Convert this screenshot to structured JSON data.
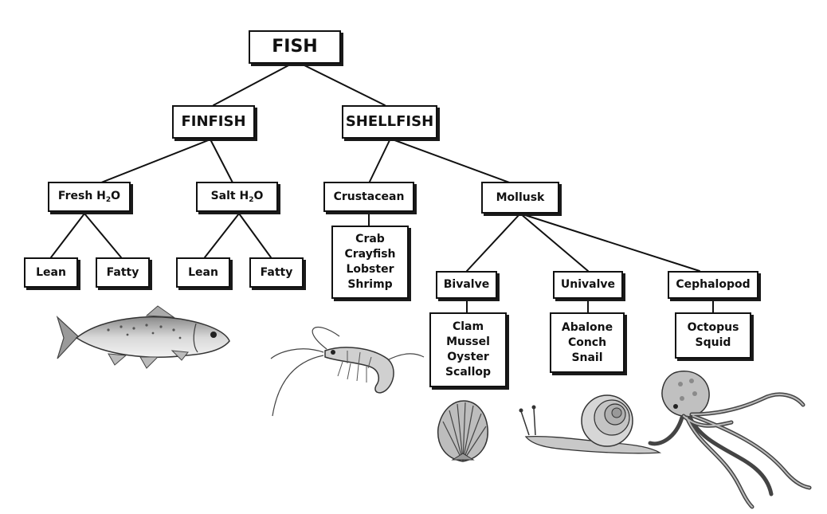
{
  "root": {
    "label": "FISH"
  },
  "finfish": {
    "label": "FINFISH",
    "fresh": {
      "prefix": "Fresh H",
      "sub": "2",
      "suffix": "O",
      "lean": "Lean",
      "fatty": "Fatty"
    },
    "salt": {
      "prefix": "Salt H",
      "sub": "2",
      "suffix": "O",
      "lean": "Lean",
      "fatty": "Fatty"
    }
  },
  "shellfish": {
    "label": "SHELLFISH",
    "crustacean": {
      "label": "Crustacean",
      "examples": [
        "Crab",
        "Crayfish",
        "Lobster",
        "Shrimp"
      ]
    },
    "mollusk": {
      "label": "Mollusk",
      "bivalve": {
        "label": "Bivalve",
        "examples": [
          "Clam",
          "Mussel",
          "Oyster",
          "Scallop"
        ]
      },
      "univalve": {
        "label": "Univalve",
        "examples": [
          "Abalone",
          "Conch",
          "Snail"
        ]
      },
      "cephalopod": {
        "label": "Cephalopod",
        "examples": [
          "Octopus",
          "Squid"
        ]
      }
    }
  },
  "illustrations": [
    "trout-icon",
    "shrimp-icon",
    "scallop-icon",
    "snail-icon",
    "octopus-icon"
  ]
}
